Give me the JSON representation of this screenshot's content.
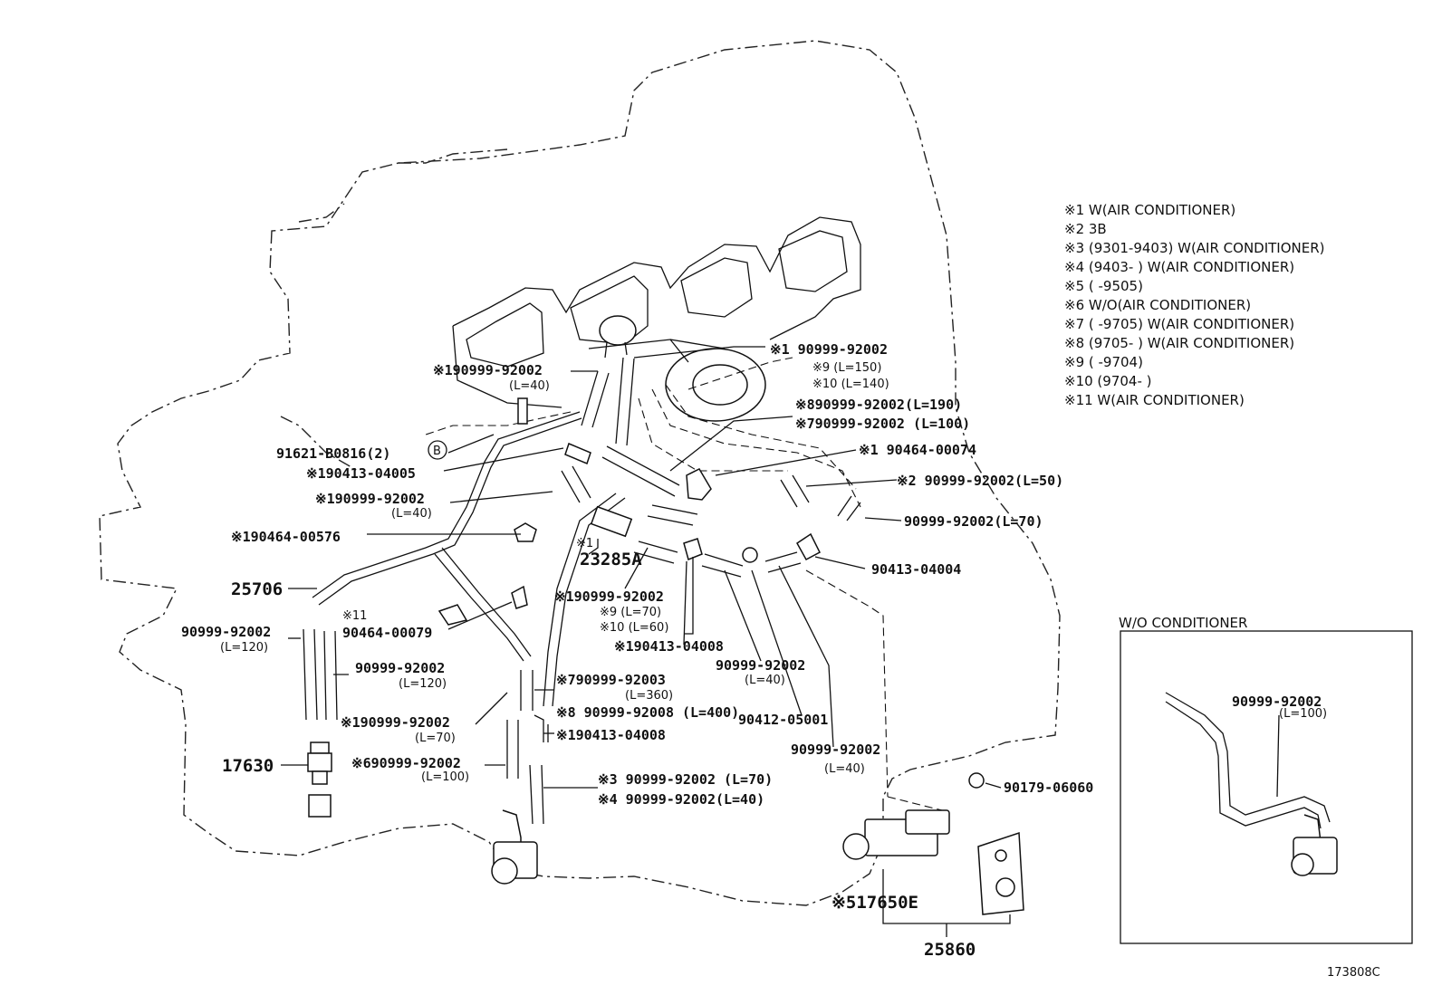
{
  "legend": [
    "※1 W(AIR CONDITIONER)",
    "※2 3B",
    "※3 (9301-9403) W(AIR CONDITIONER)",
    "※4 (9403-       ) W(AIR CONDITIONER)",
    "※5 (       -9505)",
    "※6 W/O(AIR CONDITIONER)",
    "※7 (       -9705) W(AIR CONDITIONER)",
    "※8 (9705-       ) W(AIR CONDITIONER)",
    "※9 (       -9704)",
    "※10 (9704-       )",
    "※11 W(AIR CONDITIONER)"
  ],
  "labels": {
    "top_right_1": "※1 90999-92002",
    "top_right_2": "※9  (L=150)",
    "top_right_3": "※10 (L=140)",
    "top_left_hose": "※190999-92002",
    "top_left_hose_len": "(L=40)",
    "ac8_hose": "※890999-92002(L=190)",
    "ac7_hose": "※790999-92002 (L=100)",
    "clip_b": "91621-B0816(2)",
    "clip_b_mark": "B",
    "tee_1": "※190413-04005",
    "hose_mid": "※190999-92002",
    "hose_mid_len": "(L=40)",
    "clamp_1": "※190464-00576",
    "clamp_ac1": "※1 90464-00074",
    "hose_3b": "※2 90999-92002(L=50)",
    "hose_70": "90999-92002(L=70)",
    "tee_2": "90413-04004",
    "valve_mark": "※1",
    "valve": "23285A",
    "pipe_25706": "25706",
    "clamp_11_mark": "※11",
    "clamp_11": "90464-00079",
    "hose_center": "※190999-92002",
    "hose_center_9": "※9 (L=70)",
    "hose_center_10": "※10 (L=60)",
    "tee_center": "※190413-04008",
    "hose_120a": "90999-92002",
    "hose_120a_len": "(L=120)",
    "hose_120b": "90999-92002",
    "hose_120b_len": "(L=120)",
    "hose_40c": "90999-92002",
    "hose_40c_len": "(L=40)",
    "hose_7b": "※790999-92003",
    "hose_7b_len": "(L=360)",
    "hose_8b": "※8 90999-92008 (L=400)",
    "tee_lower": "※190413-04008",
    "union": "90412-05001",
    "hose_1b": "※190999-92002",
    "hose_1b_len": "(L=70)",
    "hose_40d": "90999-92002",
    "hose_40d_len": "(L=40)",
    "switch": "17630",
    "hose_6": "※690999-92002",
    "hose_6_len": "(L=100)",
    "hose_3": "※3 90999-92002 (L=70)",
    "hose_4": "※4 90999-92002(L=40)",
    "screw": "90179-06060",
    "vsv": "※517650E",
    "bracket": "25860",
    "inset_title": "W/O CONDITIONER",
    "inset_hose": "90999-92002",
    "inset_hose_len": "(L=100)",
    "drawing_no": "173808C"
  }
}
